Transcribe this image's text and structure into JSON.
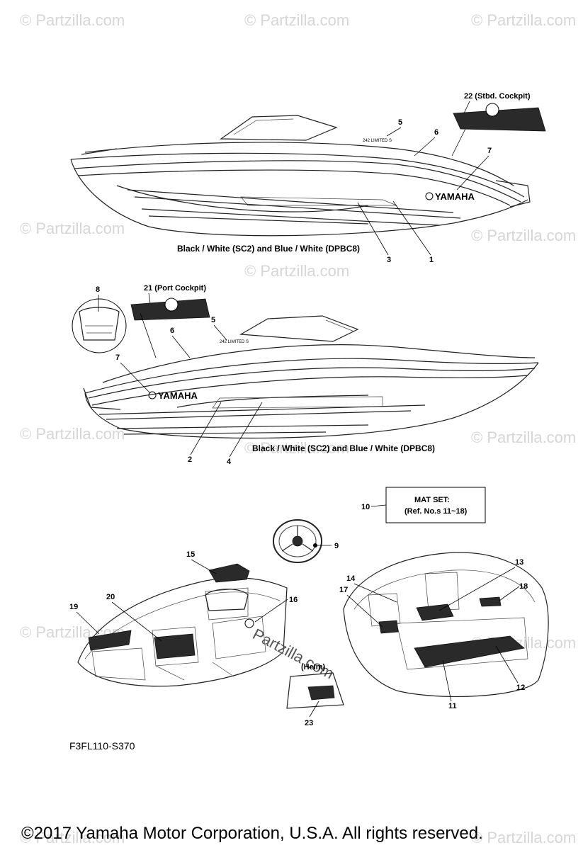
{
  "watermark": {
    "text": "© Partzilla.com",
    "inline_text": "Partzilla.com"
  },
  "top_boat": {
    "caption": "Black / White (SC2) and Blue / White (DPBC8)",
    "cockpit_label": "22 (Stbd. Cockpit)",
    "model_badge": "242 LIMITED S",
    "brand": "YAMAHA",
    "callouts": [
      "5",
      "6",
      "7",
      "3",
      "1"
    ]
  },
  "bottom_boat": {
    "caption": "Black / White (SC2) and Blue / White (DPBC8)",
    "cockpit_label": "21 (Port Cockpit)",
    "model_badge": "242 LIMITED S",
    "brand": "YAMAHA",
    "callouts": [
      "8",
      "6",
      "5",
      "7",
      "2",
      "4"
    ]
  },
  "mat_set": {
    "title": "MAT SET:",
    "subtitle": "(Ref. No.s 11~18)",
    "ref": "10"
  },
  "interior": {
    "helm_label": "(Helm)",
    "callouts": [
      "9",
      "15",
      "20",
      "16",
      "19",
      "14",
      "13",
      "17",
      "18",
      "12",
      "11",
      "23"
    ]
  },
  "figure_code": "F3FL110-S370",
  "copyright": "©2017  Yamaha Motor Corporation, U.S.A. All rights reserved."
}
